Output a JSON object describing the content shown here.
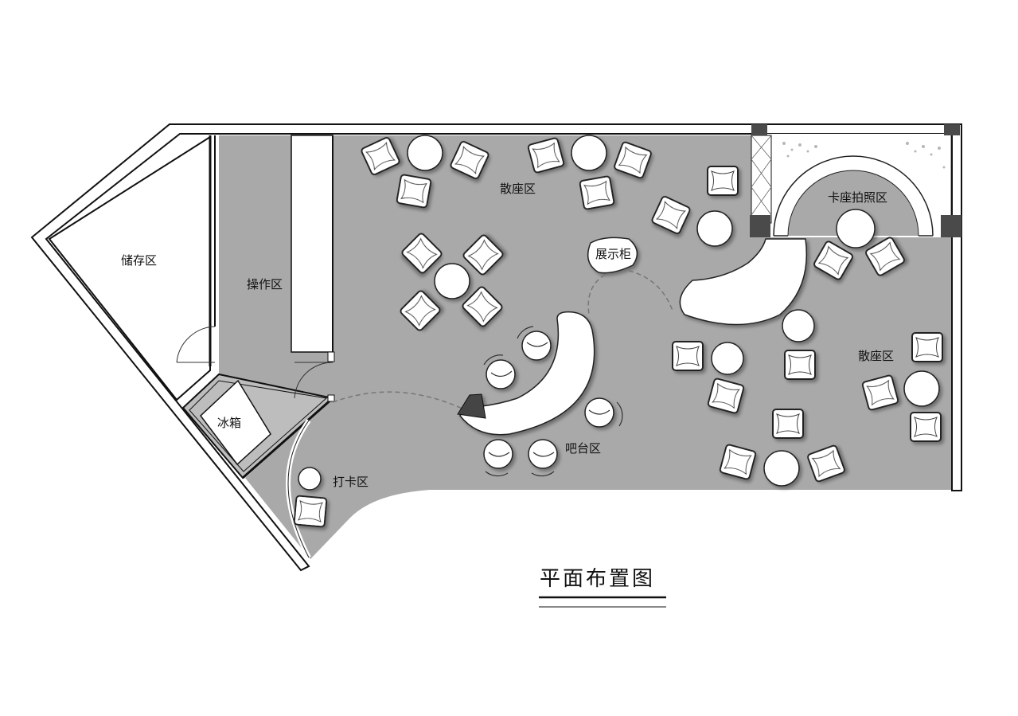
{
  "title": "平面布置图",
  "zones": {
    "storage": "储存区",
    "operation": "操作区",
    "fridge": "冰箱",
    "checkin": "打卡区",
    "bar": "吧台区",
    "display": "展示柜",
    "lounge_top": "散座区",
    "lounge_right": "散座区",
    "booth_photo": "卡座拍照区"
  },
  "colors": {
    "floor": "#a9a9a9",
    "wall": "#ffffff",
    "outline": "#111111",
    "column": "#4a4a4a"
  }
}
